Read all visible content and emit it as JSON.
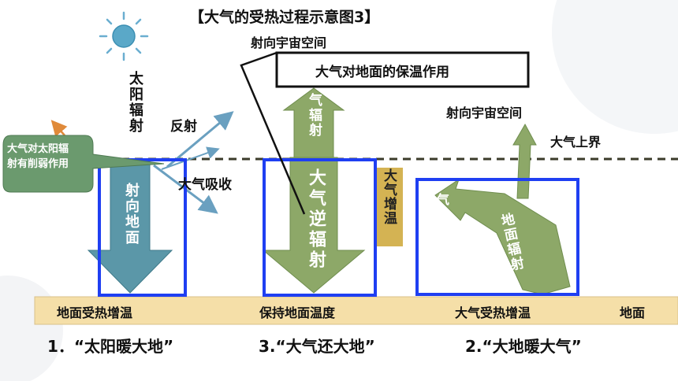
{
  "title": "【大气的受热过程示意图3】",
  "labels": {
    "solar_radiation": "太阳辐射",
    "reflection": "反射",
    "atmospheric_absorption": "大气吸收",
    "weakening_callout": "大气对太阳辐射有削弱作用",
    "to_ground": "射向地面",
    "to_space_top": "射向宇宙空间",
    "insulation_box": "大气对地面的保温作用",
    "atmospheric_radiation": "气辐射",
    "counter_radiation": "大气逆辐射",
    "warming": "大气增温",
    "to_space_right": "射向宇宙空间",
    "upper_boundary": "大气上界",
    "absorb": "大气吸收",
    "ground_radiation": "地面辐射",
    "ground_heating": "地面受热增温",
    "keep_temp": "保持地面温度",
    "atm_heating": "大气受热增温",
    "ground": "地面"
  },
  "captions": {
    "c1": "1．“太阳暖大地”",
    "c2": "3.“大气还大地”",
    "c3": "2.“大地暖大气”"
  },
  "colors": {
    "blue_arrow": "#5b97a8",
    "green_arrow": "#8da868",
    "ground_fill": "#f5dfa8",
    "frame_blue": "#1f3ff2",
    "callout_fill": "#6b9a6e",
    "warming_fill": "#d4b353",
    "sun": "#5aa8c8"
  }
}
